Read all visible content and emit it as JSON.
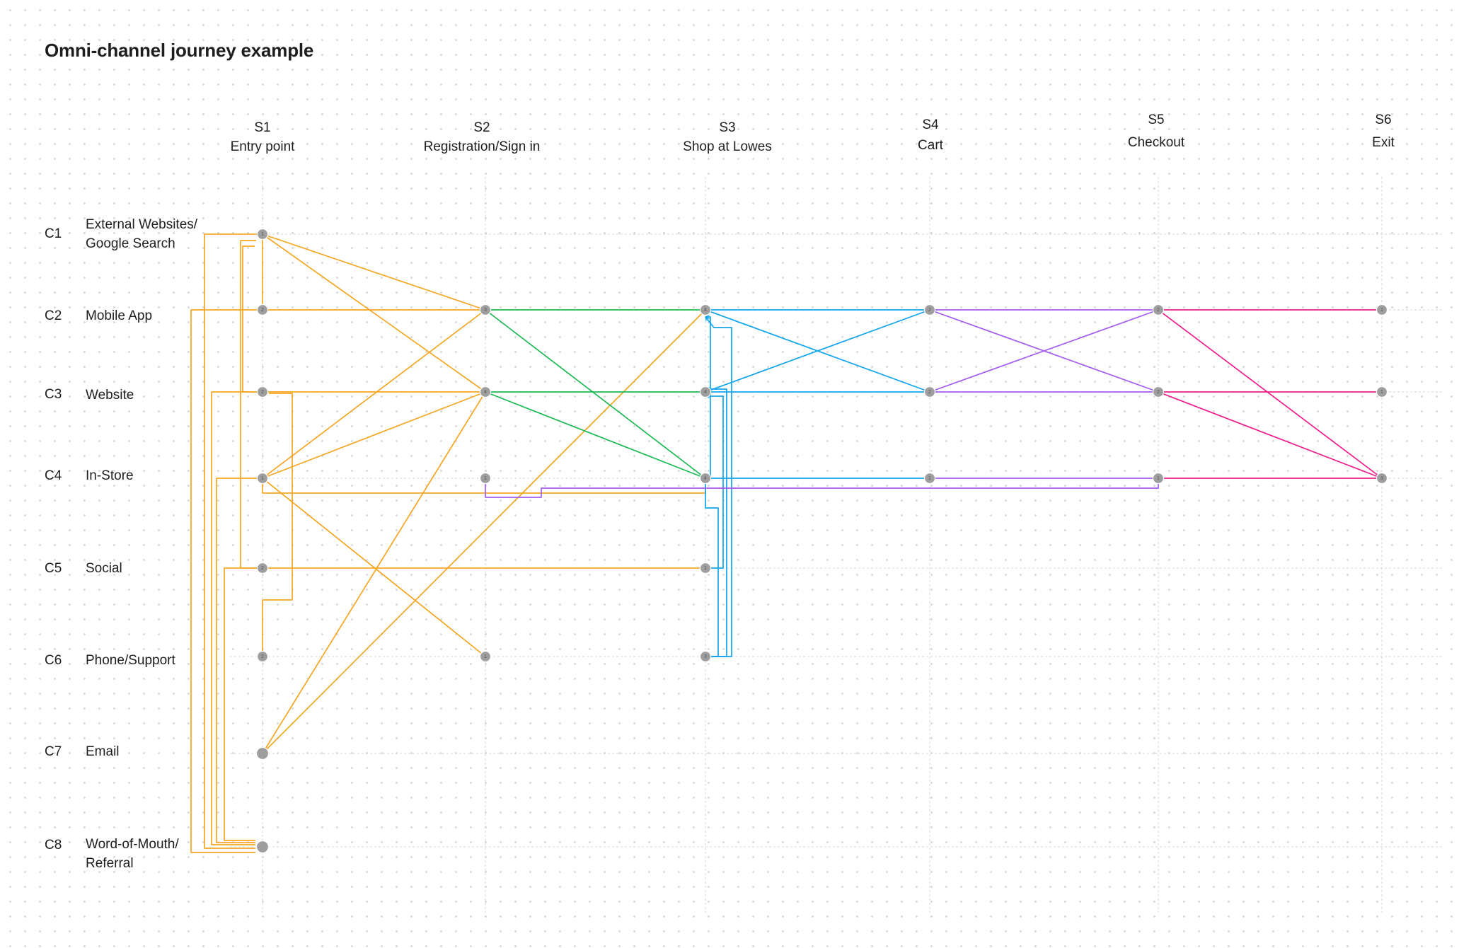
{
  "title": "Omni-channel journey example",
  "stages": [
    {
      "code": "S1",
      "name": "Entry point"
    },
    {
      "code": "S2",
      "name": "Registration/Sign in"
    },
    {
      "code": "S3",
      "name": "Shop at Lowes"
    },
    {
      "code": "S4",
      "name": "Cart"
    },
    {
      "code": "S5",
      "name": "Checkout"
    },
    {
      "code": "S6",
      "name": "Exit"
    }
  ],
  "channels": [
    {
      "code": "C1",
      "line1": "External Websites/",
      "line2": "Google Search"
    },
    {
      "code": "C2",
      "line1": "Mobile App",
      "line2": ""
    },
    {
      "code": "C3",
      "line1": "Website",
      "line2": ""
    },
    {
      "code": "C4",
      "line1": "In-Store",
      "line2": ""
    },
    {
      "code": "C5",
      "line1": "Social",
      "line2": ""
    },
    {
      "code": "C6",
      "line1": "Phone/Support",
      "line2": ""
    },
    {
      "code": "C7",
      "line1": "Email",
      "line2": ""
    },
    {
      "code": "C8",
      "line1": "Word-of-Mouth/",
      "line2": "Referral"
    }
  ],
  "colors": {
    "entry": "#f5a623",
    "registration": "#1db954",
    "shop": "#12a4ec",
    "cart": "#a45cf0",
    "checkout": "#ec1e8c",
    "node": "#9e9e9e",
    "grid": "#d5d5d5"
  },
  "nodes": [
    {
      "stage": "S1",
      "channel": "C1",
      "label": "1"
    },
    {
      "stage": "S1",
      "channel": "C2",
      "label": "2"
    },
    {
      "stage": "S1",
      "channel": "C3",
      "label": "2"
    },
    {
      "stage": "S1",
      "channel": "C4",
      "label": "1"
    },
    {
      "stage": "S1",
      "channel": "C5",
      "label": "2"
    },
    {
      "stage": "S1",
      "channel": "C6",
      "label": "2"
    },
    {
      "stage": "S1",
      "channel": "C7",
      "label": ""
    },
    {
      "stage": "S1",
      "channel": "C8",
      "label": ""
    },
    {
      "stage": "S2",
      "channel": "C2",
      "label": "3"
    },
    {
      "stage": "S2",
      "channel": "C3",
      "label": "4"
    },
    {
      "stage": "S2",
      "channel": "C4",
      "label": "1"
    },
    {
      "stage": "S2",
      "channel": "C6",
      "label": "1"
    },
    {
      "stage": "S3",
      "channel": "C2",
      "label": "4"
    },
    {
      "stage": "S3",
      "channel": "C3",
      "label": "4"
    },
    {
      "stage": "S3",
      "channel": "C4",
      "label": "4"
    },
    {
      "stage": "S3",
      "channel": "C5",
      "label": "1"
    },
    {
      "stage": "S3",
      "channel": "C6",
      "label": "3"
    },
    {
      "stage": "S4",
      "channel": "C2",
      "label": "2"
    },
    {
      "stage": "S4",
      "channel": "C3",
      "label": "2"
    },
    {
      "stage": "S4",
      "channel": "C4",
      "label": "1"
    },
    {
      "stage": "S5",
      "channel": "C2",
      "label": "2"
    },
    {
      "stage": "S5",
      "channel": "C3",
      "label": "2"
    },
    {
      "stage": "S5",
      "channel": "C4",
      "label": "1"
    },
    {
      "stage": "S6",
      "channel": "C2",
      "label": "1"
    },
    {
      "stage": "S6",
      "channel": "C3",
      "label": "1"
    },
    {
      "stage": "S6",
      "channel": "C4",
      "label": "3"
    }
  ],
  "edges": [
    {
      "from": "S1.C1",
      "to": "S2.C2",
      "group": "entry"
    },
    {
      "from": "S1.C1",
      "to": "S2.C3",
      "group": "entry"
    },
    {
      "from": "S1.C2",
      "to": "S2.C2",
      "group": "entry"
    },
    {
      "from": "S1.C3",
      "to": "S2.C3",
      "group": "entry"
    },
    {
      "from": "S1.C4",
      "to": "S2.C2",
      "group": "entry"
    },
    {
      "from": "S1.C4",
      "to": "S2.C3",
      "group": "entry"
    },
    {
      "from": "S1.C4",
      "to": "S2.C6",
      "group": "entry"
    },
    {
      "from": "S1.C4",
      "to": "S3.C4",
      "group": "entry"
    },
    {
      "from": "S1.C5",
      "to": "S3.C5",
      "group": "entry"
    },
    {
      "from": "S1.C7",
      "to": "S2.C3",
      "group": "entry"
    },
    {
      "from": "S1.C7",
      "to": "S3.C2",
      "group": "entry"
    },
    {
      "from": "S1.C1",
      "to": "S1.C2",
      "group": "entry"
    },
    {
      "from": "S1.C1",
      "to": "S1.C3",
      "group": "entry"
    },
    {
      "from": "S1.C1",
      "to": "S1.C5",
      "group": "entry"
    },
    {
      "from": "S1.C3",
      "to": "S1.C6",
      "group": "entry"
    },
    {
      "from": "S1.C8",
      "to": "S1.C1",
      "group": "entry"
    },
    {
      "from": "S1.C8",
      "to": "S1.C2",
      "group": "entry"
    },
    {
      "from": "S1.C8",
      "to": "S1.C3",
      "group": "entry"
    },
    {
      "from": "S1.C8",
      "to": "S1.C4",
      "group": "entry"
    },
    {
      "from": "S1.C8",
      "to": "S1.C5",
      "group": "entry"
    },
    {
      "from": "S2.C2",
      "to": "S3.C2",
      "group": "registration"
    },
    {
      "from": "S2.C2",
      "to": "S3.C4",
      "group": "registration"
    },
    {
      "from": "S2.C3",
      "to": "S3.C3",
      "group": "registration"
    },
    {
      "from": "S2.C3",
      "to": "S3.C4",
      "group": "registration"
    },
    {
      "from": "S3.C2",
      "to": "S4.C2",
      "group": "shop"
    },
    {
      "from": "S3.C2",
      "to": "S4.C3",
      "group": "shop"
    },
    {
      "from": "S3.C3",
      "to": "S4.C2",
      "group": "shop"
    },
    {
      "from": "S3.C3",
      "to": "S4.C3",
      "group": "shop"
    },
    {
      "from": "S3.C4",
      "to": "S4.C4",
      "group": "shop"
    },
    {
      "from": "S3.C4",
      "to": "S3.C2",
      "group": "shop"
    },
    {
      "from": "S3.C5",
      "to": "S3.C3",
      "group": "shop"
    },
    {
      "from": "S3.C6",
      "to": "S3.C2",
      "group": "shop"
    },
    {
      "from": "S3.C6",
      "to": "S3.C3",
      "group": "shop"
    },
    {
      "from": "S3.C6",
      "to": "S3.C4",
      "group": "shop"
    },
    {
      "from": "S4.C2",
      "to": "S5.C2",
      "group": "cart"
    },
    {
      "from": "S4.C2",
      "to": "S5.C3",
      "group": "cart"
    },
    {
      "from": "S4.C3",
      "to": "S5.C2",
      "group": "cart"
    },
    {
      "from": "S4.C3",
      "to": "S5.C3",
      "group": "cart"
    },
    {
      "from": "S4.C4",
      "to": "S5.C4",
      "group": "cart"
    },
    {
      "from": "S5.C4",
      "to": "S2.C4",
      "group": "cart"
    },
    {
      "from": "S5.C2",
      "to": "S6.C2",
      "group": "checkout"
    },
    {
      "from": "S5.C2",
      "to": "S6.C4",
      "group": "checkout"
    },
    {
      "from": "S5.C3",
      "to": "S6.C3",
      "group": "checkout"
    },
    {
      "from": "S5.C3",
      "to": "S6.C4",
      "group": "checkout"
    },
    {
      "from": "S5.C4",
      "to": "S6.C4",
      "group": "checkout"
    }
  ]
}
